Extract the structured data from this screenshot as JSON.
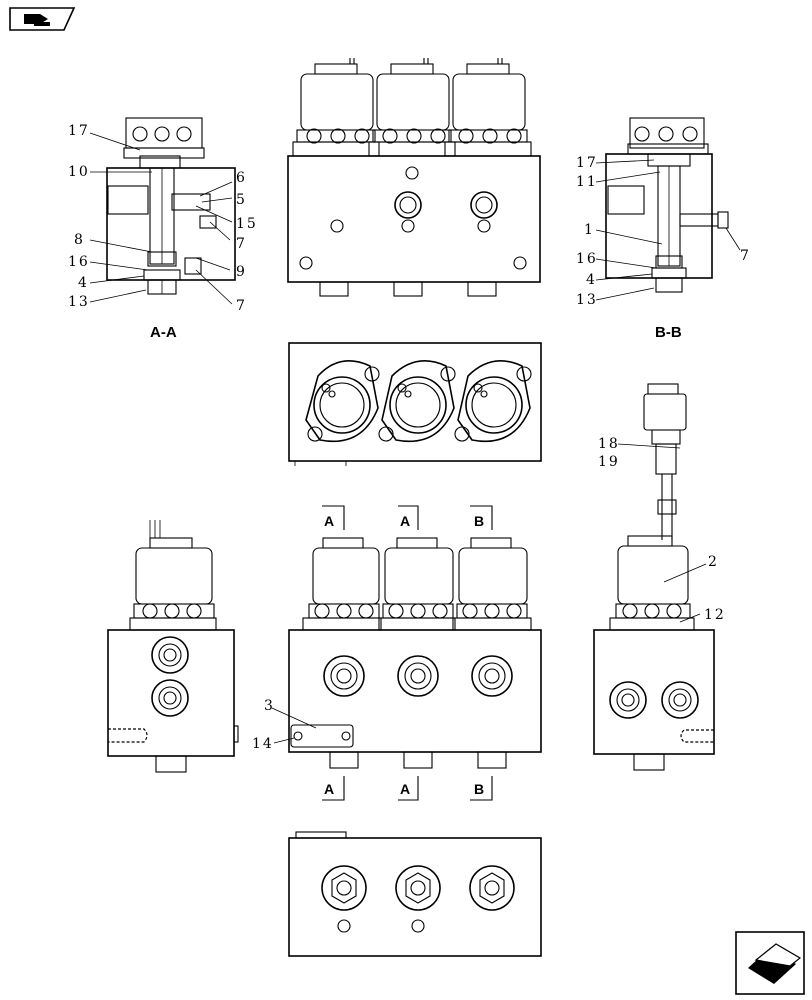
{
  "views": {
    "section_aa_title": "A-A",
    "section_bb_title": "B-B"
  },
  "callouts": {
    "c17_left": "17",
    "c10": "10",
    "c6": "6",
    "c5": "5",
    "c15": "15",
    "c8": "8",
    "c7_a": "7",
    "c16_left": "16",
    "c9": "9",
    "c4_left": "4",
    "c13_left": "13",
    "c7_b": "7",
    "c17_right": "17",
    "c11": "11",
    "c1": "1",
    "c7_right": "7",
    "c16_right": "16",
    "c4_right": "4",
    "c13_right": "13",
    "c18": "18",
    "c19": "19",
    "c2": "2",
    "c12": "12",
    "c3": "3",
    "c14": "14"
  },
  "cut_marks": {
    "top_1": "A",
    "top_2": "A",
    "top_3": "B",
    "bottom_1": "A",
    "bottom_2": "A",
    "bottom_3": "B"
  }
}
